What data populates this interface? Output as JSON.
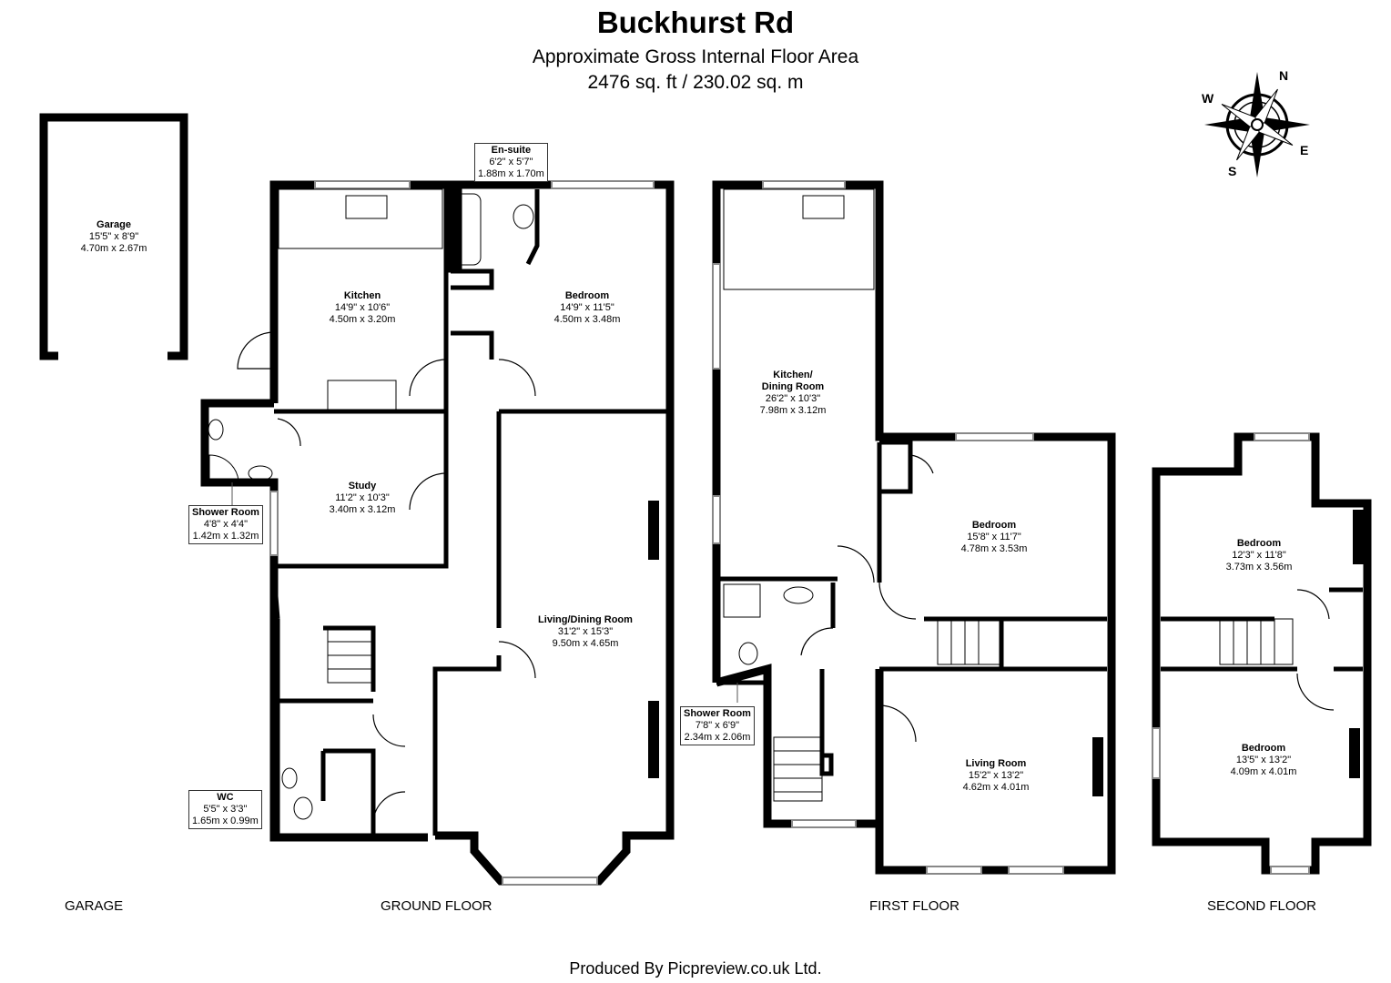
{
  "header": {
    "title": "Buckhurst Rd",
    "subtitle": "Approximate Gross Internal Floor Area",
    "area": "2476 sq. ft / 230.02 sq. m"
  },
  "compass": {
    "n": "N",
    "e": "E",
    "s": "S",
    "w": "W"
  },
  "floors": {
    "garage": "GARAGE",
    "ground": "GROUND FLOOR",
    "first": "FIRST FLOOR",
    "second": "SECOND FLOOR"
  },
  "rooms": {
    "garage": {
      "name": "Garage",
      "imperial": "15'5\" x 8'9\"",
      "metric": "4.70m x 2.67m"
    },
    "kitchen": {
      "name": "Kitchen",
      "imperial": "14'9\" x 10'6\"",
      "metric": "4.50m x 3.20m"
    },
    "bedroom_g": {
      "name": "Bedroom",
      "imperial": "14'9\" x 11'5\"",
      "metric": "4.50m x 3.48m"
    },
    "ensuite": {
      "name": "En-suite",
      "imperial": "6'2\" x 5'7\"",
      "metric": "1.88m x 1.70m"
    },
    "study": {
      "name": "Study",
      "imperial": "11'2\" x 10'3\"",
      "metric": "3.40m x 3.12m"
    },
    "shower_g": {
      "name": "Shower Room",
      "imperial": "4'8\" x 4'4\"",
      "metric": "1.42m x 1.32m"
    },
    "living_dining": {
      "name": "Living/Dining Room",
      "imperial": "31'2\" x 15'3\"",
      "metric": "9.50m x 4.65m"
    },
    "wc": {
      "name": "WC",
      "imperial": "5'5\" x 3'3\"",
      "metric": "1.65m x 0.99m"
    },
    "kitchen_dining": {
      "name": "Kitchen/\nDining Room",
      "line1": "Kitchen/",
      "line2": "Dining Room",
      "imperial": "26'2\" x 10'3\"",
      "metric": "7.98m x 3.12m"
    },
    "bedroom_f": {
      "name": "Bedroom",
      "imperial": "15'8\" x 11'7\"",
      "metric": "4.78m x 3.53m"
    },
    "shower_f": {
      "name": "Shower Room",
      "imperial": "7'8\" x 6'9\"",
      "metric": "2.34m x 2.06m"
    },
    "living_f": {
      "name": "Living Room",
      "imperial": "15'2\" x 13'2\"",
      "metric": "4.62m x 4.01m"
    },
    "bedroom_s1": {
      "name": "Bedroom",
      "imperial": "12'3\" x 11'8\"",
      "metric": "3.73m x 3.56m"
    },
    "bedroom_s2": {
      "name": "Bedroom",
      "imperial": "13'5\" x 13'2\"",
      "metric": "4.09m x 4.01m"
    }
  },
  "footer": "Produced By Picpreview.co.uk Ltd."
}
